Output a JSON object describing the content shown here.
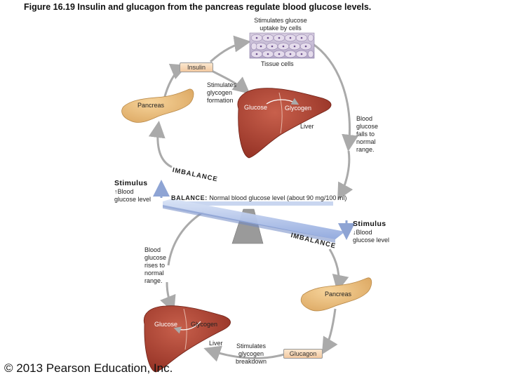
{
  "figure": {
    "title": "Figure 16.19 Insulin and glucagon from the pancreas regulate blood glucose levels."
  },
  "top_cycle": {
    "uptake_label": [
      "Stimulates glucose",
      "uptake by cells"
    ],
    "tissue_cells": "Tissue cells",
    "insulin": "Insulin",
    "glycogen_formation": [
      "Stimulates",
      "glycogen",
      "formation"
    ],
    "pancreas": "Pancreas",
    "glucose": "Glucose",
    "glycogen": "Glycogen",
    "liver": "Liver",
    "falls_normal": [
      "Blood",
      "glucose",
      "falls to",
      "normal",
      "range."
    ]
  },
  "stimulus_left": {
    "title": "Stimulus",
    "arrow": "↑",
    "line1": "Blood",
    "line2": "glucose level"
  },
  "balance": {
    "imbalance": "IMBALANCE",
    "label": "BALANCE:",
    "text": "Normal blood glucose level (about 90 mg/100 ml)"
  },
  "stimulus_right": {
    "title": "Stimulus",
    "arrow": "↓",
    "line1": "Blood",
    "line2": "glucose level"
  },
  "bottom_cycle": {
    "imbalance": "IMBALANCE",
    "rises_normal": [
      "Blood",
      "glucose",
      "rises to",
      "normal",
      "range."
    ],
    "pancreas": "Pancreas",
    "glucose": "Glucose",
    "glycogen": "Glycogen",
    "liver": "Liver",
    "glycogen_breakdown": [
      "Stimulates",
      "glycogen",
      "breakdown"
    ],
    "glucagon": "Glucagon"
  },
  "copyright": "© 2013 Pearson Education, Inc.",
  "colors": {
    "cycle_arrow": "#aaaaaa",
    "liver": "#a63a2c",
    "pancreas": "#e8b774",
    "beam": "#9fb6e3",
    "fulcrum": "#9a9a9a",
    "stimulus_arrow": "#8ea4d4"
  }
}
